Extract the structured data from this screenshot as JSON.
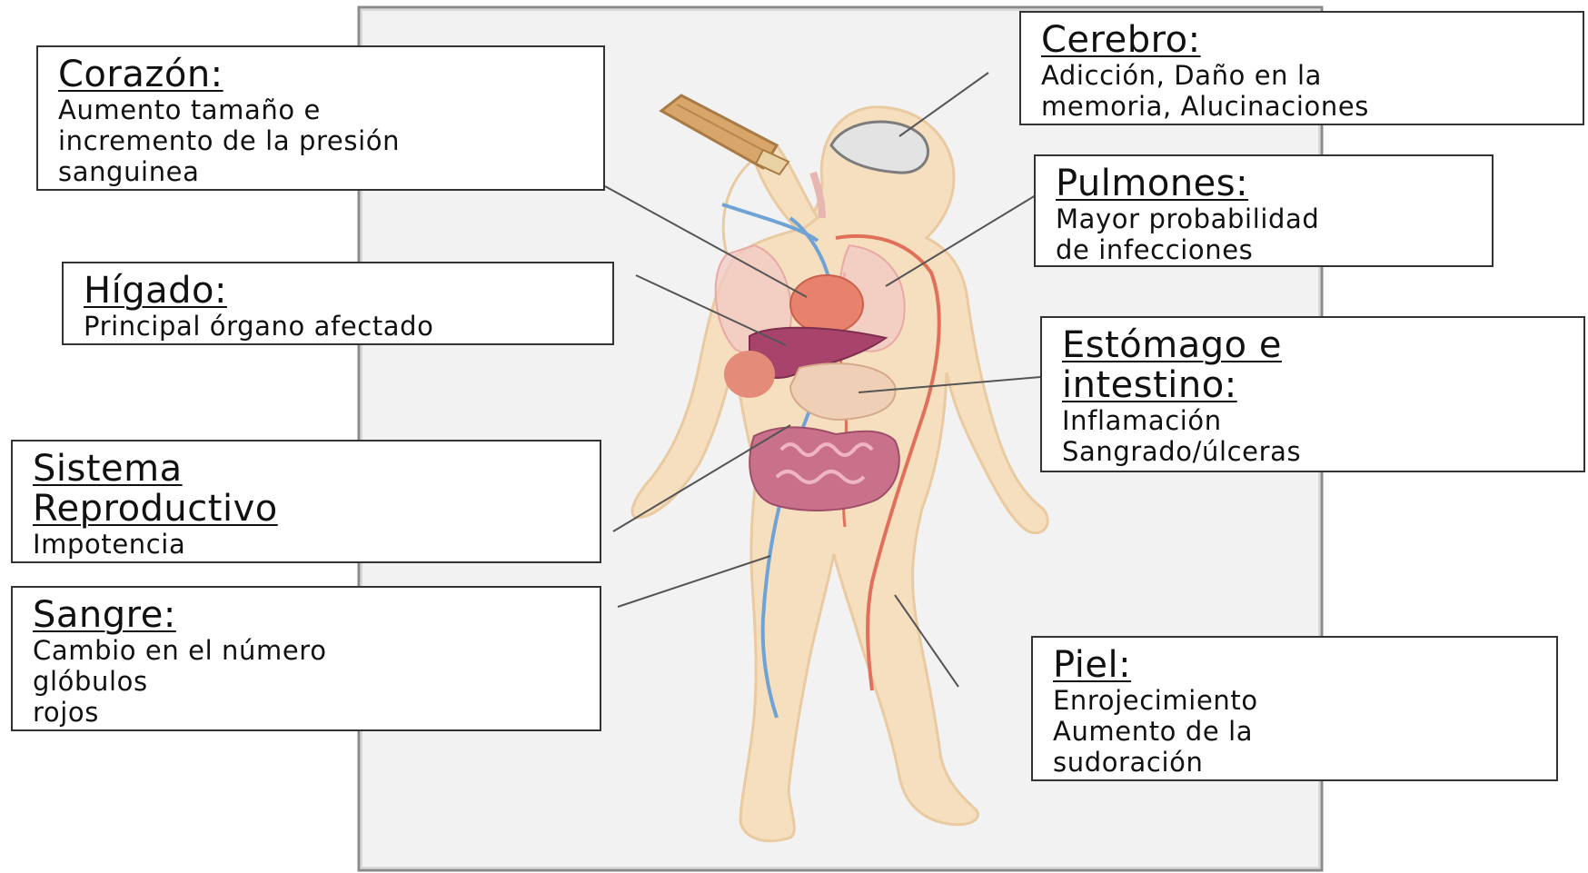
{
  "palette": {
    "background": "#ffffff",
    "frame_panel": "#f1f1f1",
    "body_skin": "#f6dfbf",
    "vein_blue": "#6fa3d6",
    "artery_red": "#e0705a",
    "heart": "#e7826c",
    "liver": "#a8446b",
    "lungs": "#f2c8c3",
    "intestines": "#c9708b",
    "bottle": "#d8a56a"
  },
  "labels": {
    "corazon": {
      "title": "Corazón:",
      "lines": [
        "Aumento tamaño e",
        "incremento de la presión",
        "sanguinea"
      ]
    },
    "higado": {
      "title": "Hígado:",
      "lines": [
        "Principal órgano afectado"
      ]
    },
    "sistema": {
      "title_lines": [
        "Sistema",
        "Reproductivo"
      ],
      "lines": [
        "Impotencia"
      ]
    },
    "sangre": {
      "title": "Sangre:",
      "lines": [
        "Cambio en el número",
        "glóbulos",
        "rojos"
      ]
    },
    "cerebro": {
      "title": "Cerebro:",
      "lines": [
        "Adicción, Daño en la",
        "memoria, Alucinaciones"
      ]
    },
    "pulmones": {
      "title": "Pulmones:",
      "lines": [
        "Mayor probabilidad",
        "de infecciones"
      ]
    },
    "estomago": {
      "title_lines": [
        "Estómago e",
        "intestino:"
      ],
      "lines": [
        "Inflamación",
        "Sangrado/úlceras"
      ]
    },
    "piel": {
      "title": "Piel:",
      "lines": [
        "Enrojecimiento",
        "Aumento de la",
        "sudoración"
      ]
    }
  },
  "icons": [
    "human-body-illustration",
    "bottle-icon",
    "brain-icon",
    "heart-icon",
    "lungs-icon",
    "liver-icon",
    "stomach-icon",
    "intestines-icon"
  ]
}
